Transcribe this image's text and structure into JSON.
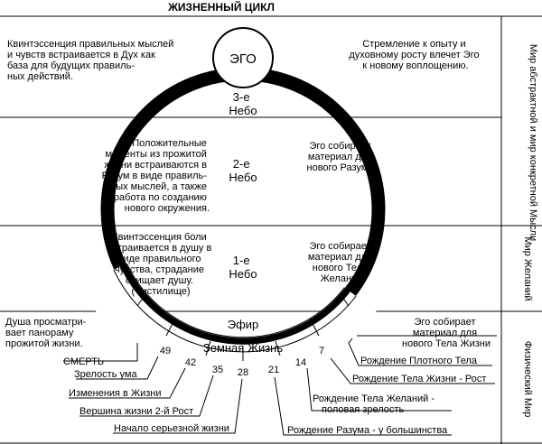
{
  "title": "ЖИЗНЕННЫЙ ЦИКЛ",
  "ego": "ЭГО",
  "zones": {
    "abstract_world": "Мир абстрактной и мир конкретной Мысли",
    "desire_world": "Мир Желаний",
    "physical_world": "Физический Мир"
  },
  "heavens": {
    "third": [
      "3-е",
      "Небо"
    ],
    "second": [
      "2-е",
      "Небо"
    ],
    "first": [
      "1-е",
      "Небо"
    ]
  },
  "texts": {
    "top_left": [
      "Квинтэссенция правильных мыслей",
      "и чувств встраивается в Дух как",
      "база для будущих правиль-",
      "ных действий."
    ],
    "top_right": [
      "Стремление к опыту и",
      "духовному росту влечет Эго",
      "к новому воплощению."
    ],
    "mid_left": [
      "Положительные",
      "моменты из прожитой",
      "жизни встраиваются в",
      "Разум в виде правиль-",
      "ных мыслей, а также",
      "работа по созданию",
      "нового окружения."
    ],
    "mid_right": [
      "Эго собирает",
      "материал для",
      "нового Разума,"
    ],
    "low_left": [
      "Квинтэссенция боли",
      "встраивается в душу в",
      "виде правильного",
      "чувства, страдание",
      "очищает душу.",
      "(Чистилище)"
    ],
    "low_right": [
      "Эго собирает",
      "материал для",
      "нового Тела",
      "Желаний"
    ],
    "ether_left": [
      "Душа просматри-",
      "вает панораму",
      "прожитой жизни."
    ],
    "ether_right": [
      "Эго собирает",
      "материал для",
      "нового Тела Жизни"
    ],
    "ether": "Эфир",
    "earth_life": "Земная Жизнь"
  },
  "ages": [
    "49",
    "42",
    "35",
    "28",
    "21",
    "14",
    "7"
  ],
  "life_labels_left": [
    "СМЕРТЬ",
    "Зрелость ума",
    "Изменения в Жизни",
    "Вершина жизни  2-й Рост",
    "Начало серьезной жизни"
  ],
  "life_labels_right": [
    "Рождение Плотного Тела",
    "Рождение Тела Жизни - Рост",
    "Рождение Тела Желаний -",
    "половая зрелость",
    "Рождение Разума - у большинства"
  ]
}
